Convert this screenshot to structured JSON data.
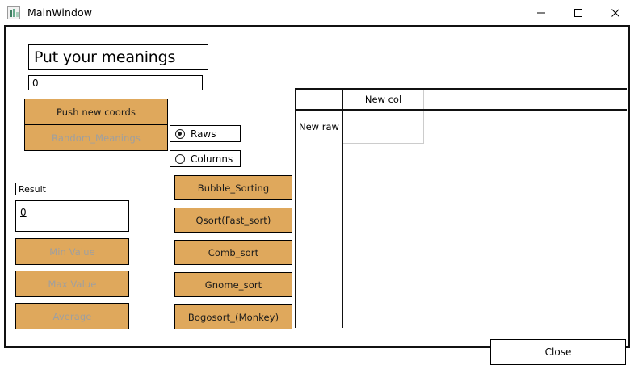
{
  "window": {
    "title": "MainWindow",
    "icon": "app-window-icon",
    "controls": {
      "minimize": "minimize-icon",
      "maximize": "maximize-icon",
      "close": "close-icon"
    }
  },
  "colors": {
    "button_orange": "#dfa85c",
    "button_border": "#000000",
    "disabled_text": "#9f9f9f",
    "background": "#ffffff",
    "frame": "#111111",
    "grid_line": "#cccccc"
  },
  "form": {
    "header_title": "Put your meanings",
    "coords_input": {
      "value": "0",
      "placeholder": ""
    },
    "push_button": "Push new coords",
    "random_button": "Random_Meanings",
    "random_button_enabled": false
  },
  "orientation": {
    "selected": "Raws",
    "options": [
      {
        "label": "Raws",
        "checked": true
      },
      {
        "label": "Columns",
        "checked": false
      }
    ]
  },
  "result": {
    "label": "Result",
    "value": "0"
  },
  "stats": {
    "min_button": "Min Value",
    "max_button": "Max Value",
    "average_button": "Average",
    "enabled": false
  },
  "sorting": {
    "buttons": [
      "Bubble_Sorting",
      "Qsort(Fast_sort)",
      "Comb_sort",
      "Gnome_sort",
      "Bogosort_(Monkey)"
    ]
  },
  "table": {
    "corner_label": "",
    "columns": [
      "New col"
    ],
    "rows": [
      "New raw"
    ],
    "cells": [
      [
        ""
      ]
    ]
  },
  "footer": {
    "close_button": "Close"
  }
}
